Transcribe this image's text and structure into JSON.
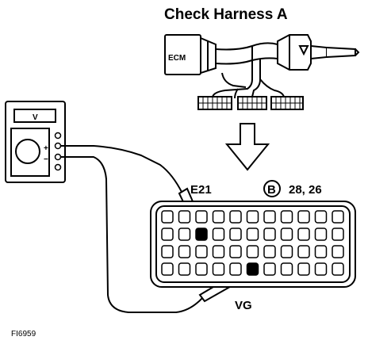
{
  "title": "Check Harness A",
  "ecm_label": "ECM",
  "meter": {
    "display": "V",
    "plus": "+",
    "minus": "−"
  },
  "connector": {
    "pin_e21": "E21",
    "pin_vg": "VG",
    "group_letter": "B",
    "group_terminals": "28, 26"
  },
  "figure_id": "FI6959"
}
